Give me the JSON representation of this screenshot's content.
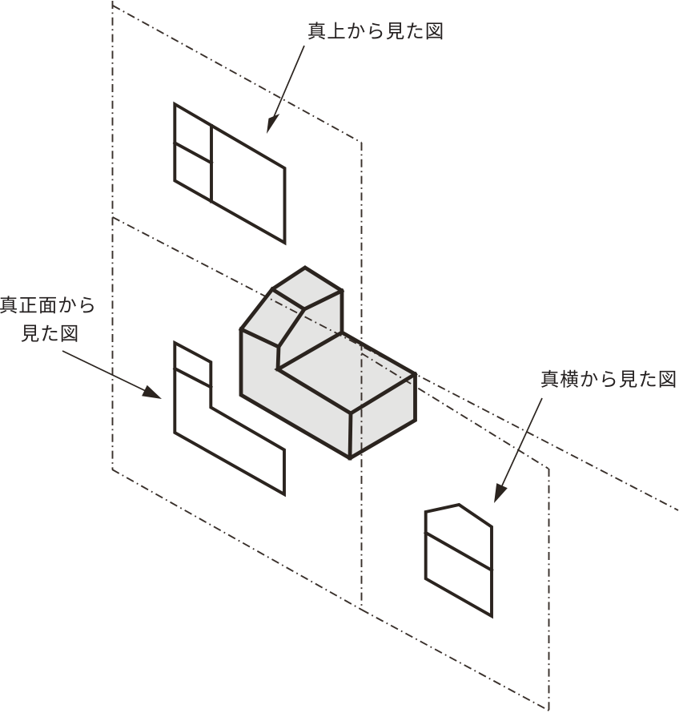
{
  "figure": {
    "title": "orthographic-projection-diagram",
    "labels": {
      "top_view": "真上から見た図",
      "front_view_line1": "真正面から",
      "front_view_line2": "見た図",
      "side_view": "真横から見た図"
    },
    "colors": {
      "line": "#2b241f",
      "dash_line": "#39302b",
      "object_fill": "#e4e4e3",
      "text": "#242020",
      "background": "#ffffff"
    }
  }
}
